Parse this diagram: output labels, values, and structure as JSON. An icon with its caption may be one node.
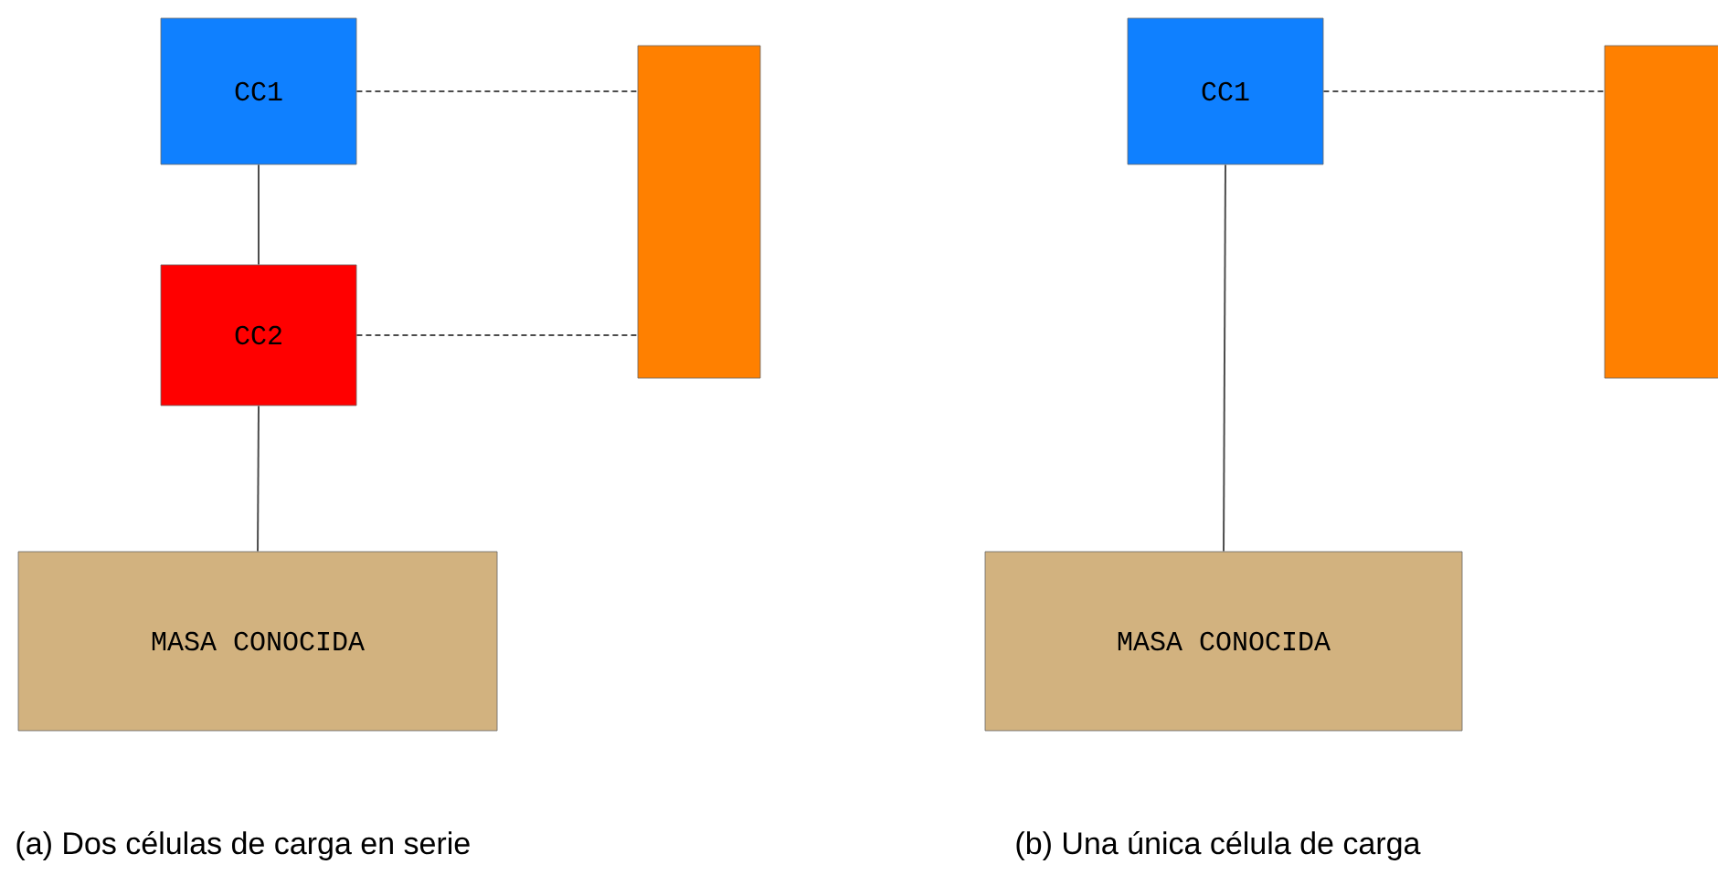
{
  "diagram": {
    "nodes": [
      {
        "text": [
          "CC1"
        ]
      },
      {
        "text": [
          "CC2"
        ]
      },
      {
        "text": [],
        "shape": "box"
      },
      {
        "text": [
          "MASA CONOCIDA"
        ]
      },
      {
        "text": [
          "CC1"
        ]
      },
      {
        "text": [],
        "shape": "box"
      },
      {
        "text": [
          "MASA CONOCIDA"
        ]
      }
    ],
    "edges": [
      {
        "from": 0,
        "to": 1,
        "arrow": "none"
      },
      {
        "from": 1,
        "to": 3,
        "arrow": "none"
      },
      {
        "from": 0,
        "to": 2,
        "arrow": "none",
        "style": "dashed"
      },
      {
        "from": 1,
        "to": 2,
        "arrow": "none",
        "style": "dashed"
      },
      {
        "from": 4,
        "to": 6,
        "arrow": "none"
      },
      {
        "from": 4,
        "to": 5,
        "arrow": "none",
        "style": "dashed"
      }
    ],
    "labels": [
      "(a)  Dos células de carga en serie",
      "(b) Una única célula de carga"
    ]
  }
}
